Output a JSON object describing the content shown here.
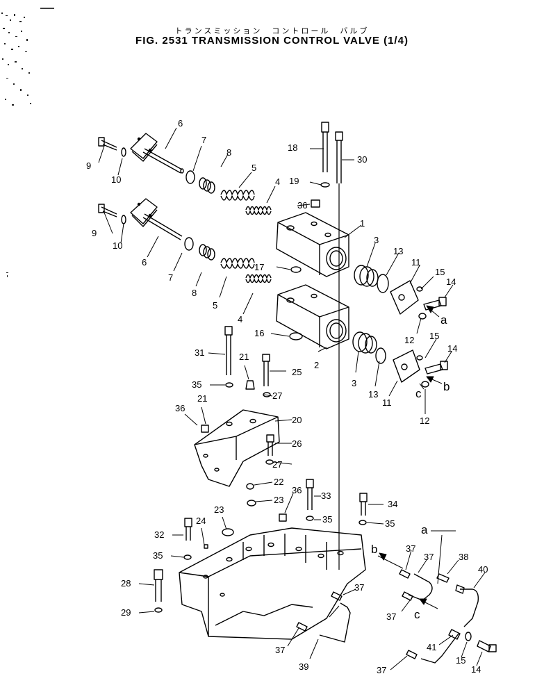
{
  "title_jp": "トランスミッション　コントロール　バルブ",
  "title_en": "FIG. 2531  TRANSMISSION CONTROL VALVE (1/4)",
  "callouts": [
    "1",
    "2",
    "3",
    "3",
    "4",
    "4",
    "5",
    "5",
    "6",
    "6",
    "7",
    "7",
    "8",
    "8",
    "9",
    "9",
    "10",
    "10",
    "11",
    "11",
    "12",
    "12",
    "13",
    "13",
    "14",
    "14",
    "14",
    "15",
    "15",
    "15",
    "16",
    "17",
    "18",
    "19",
    "20",
    "21",
    "21",
    "22",
    "23",
    "23",
    "24",
    "25",
    "26",
    "27",
    "27",
    "28",
    "29",
    "30",
    "31",
    "32",
    "33",
    "34",
    "35",
    "35",
    "35",
    "35",
    "36",
    "36",
    "36",
    "37",
    "37",
    "37",
    "37",
    "37",
    "37",
    "38",
    "39",
    "40",
    "41"
  ],
  "letters": [
    "a",
    "a",
    "b",
    "b",
    "c",
    "c"
  ]
}
